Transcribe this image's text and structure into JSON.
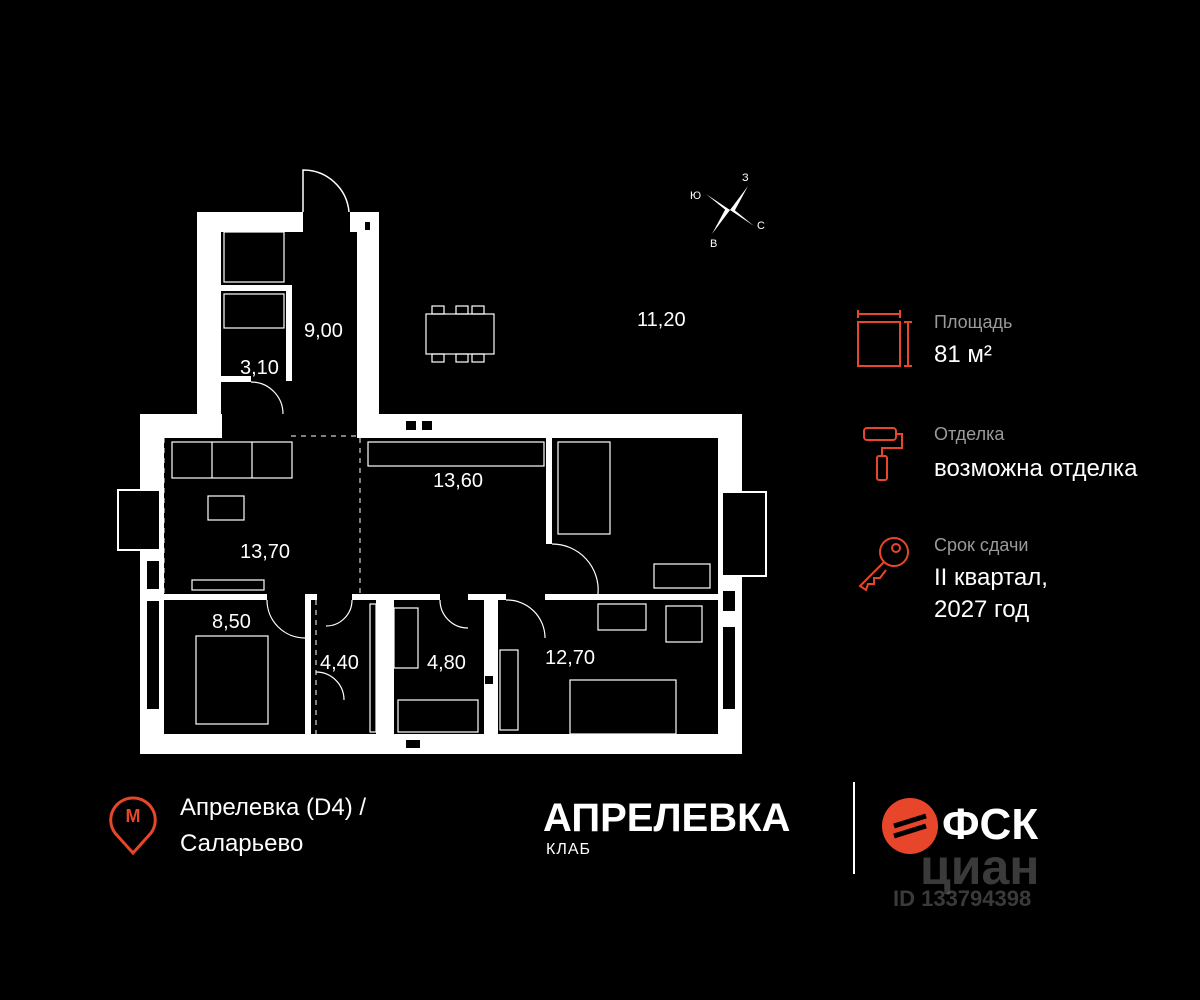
{
  "plan": {
    "rooms": [
      {
        "id": "hall",
        "area": "9,00"
      },
      {
        "id": "bathroom-top",
        "area": "3,10"
      },
      {
        "id": "living",
        "area": "13,70"
      },
      {
        "id": "kitchen",
        "area": "13,60"
      },
      {
        "id": "bedroom-right-top",
        "area": "11,20"
      },
      {
        "id": "bedroom-left",
        "area": "8,50"
      },
      {
        "id": "corridor",
        "area": "4,40"
      },
      {
        "id": "bathroom-bottom",
        "area": "4,80"
      },
      {
        "id": "bedroom-right-bottom",
        "area": "12,70"
      }
    ]
  },
  "compass": {
    "north": "З",
    "east": "С",
    "south": "В",
    "west": "Ю"
  },
  "info": {
    "area_label": "Площадь",
    "area_value": "81 м²",
    "finish_label": "Отделка",
    "finish_value": "возможна отделка",
    "deadline_label": "Срок сдачи",
    "deadline_line1": "II квартал,",
    "deadline_line2": "2027 год"
  },
  "metro": {
    "icon_letter": "М",
    "line1": "Апрелевка (D4)  /",
    "line2": "Саларьево"
  },
  "brand": {
    "name": "АПРЕЛЕВКА",
    "sub": "КЛАБ"
  },
  "developer": {
    "name": "ФСК"
  },
  "watermark": {
    "name": "циан",
    "id": "ID 133794398"
  },
  "colors": {
    "accent": "#e8462a",
    "wall": "#ffffff",
    "background": "#000000"
  }
}
